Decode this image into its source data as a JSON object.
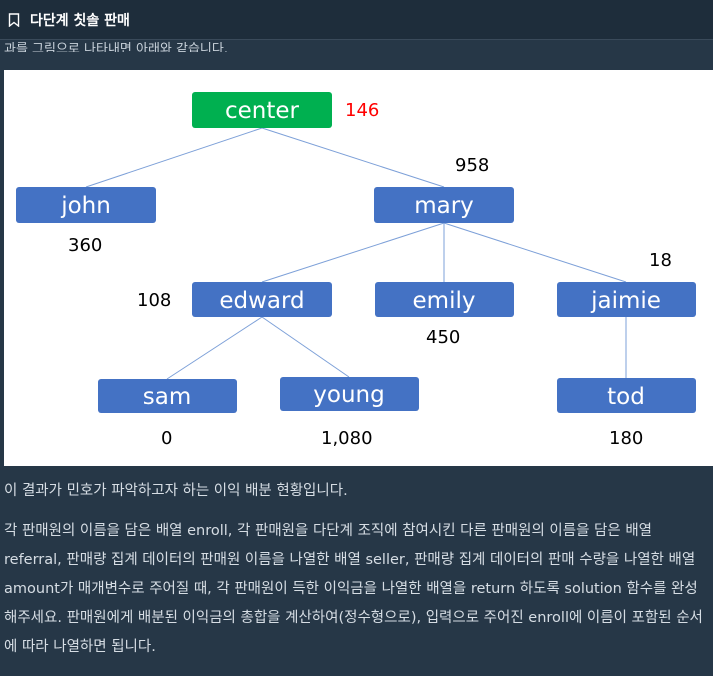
{
  "header": {
    "title": "다단계 칫솔 판매",
    "bookmark_icon": "bookmark-icon"
  },
  "cut_text": "과를 그림으로 나타내면 아래와 같습니다.",
  "tree": {
    "nodes": {
      "center": "center",
      "john": "john",
      "mary": "mary",
      "edward": "edward",
      "emily": "emily",
      "jaimie": "jaimie",
      "sam": "sam",
      "young": "young",
      "tod": "tod"
    },
    "amounts": {
      "center": "146",
      "john": "360",
      "mary": "958",
      "edward": "108",
      "emily": "450",
      "jaimie": "18",
      "sam": "0",
      "young": "1,080",
      "tod": "180"
    },
    "colors": {
      "root": "#00b050",
      "node": "#4472c4",
      "root_amount": "#ff0000"
    }
  },
  "paragraphs": {
    "p1": "이 결과가 민호가 파악하고자 하는 이익 배분 현황입니다.",
    "p2": "각 판매원의 이름을 담은 배열 enroll, 각 판매원을 다단계 조직에 참여시킨 다른 판매원의 이름을 담은 배열 referral, 판매량 집계 데이터의 판매원 이름을 나열한 배열 seller, 판매량 집계 데이터의 판매 수량을 나열한 배열 amount가 매개변수로 주어질 때, 각 판매원이 득한 이익금을 나열한 배열을 return 하도록 solution 함수를 완성해주세요. 판매원에게 배분된 이익금의 총합을 계산하여(정수형으로), 입력으로 주어진 enroll에 이름이 포함된 순서에 따라 나열하면 됩니다."
  }
}
